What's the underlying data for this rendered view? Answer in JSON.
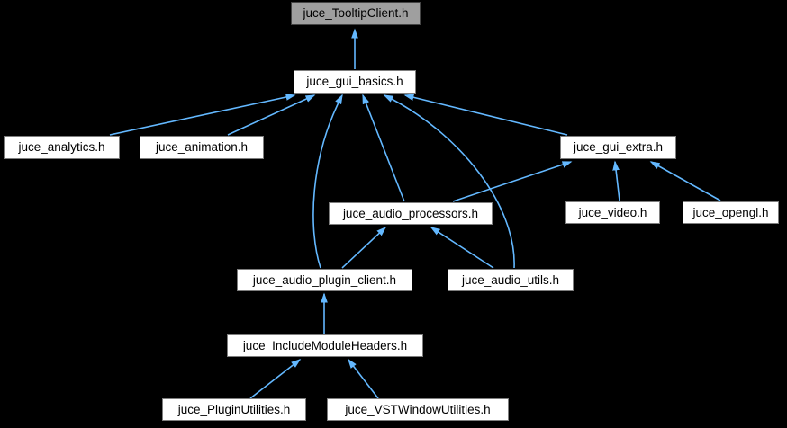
{
  "diagram": {
    "title": "juce_TooltipClient.h included-by dependency graph",
    "background_color": "#000000",
    "edge_color": "#63b8ff",
    "node_fill": "#ffffff",
    "node_border_color": "#7e7e7e",
    "highlight_node_fill": "#9f9f9f",
    "highlight_node_border_color": "#454545",
    "nodes": {
      "tooltip_client": {
        "label": "juce_TooltipClient.h",
        "highlighted": true
      },
      "gui_basics": {
        "label": "juce_gui_basics.h"
      },
      "analytics": {
        "label": "juce_analytics.h"
      },
      "animation": {
        "label": "juce_animation.h"
      },
      "gui_extra": {
        "label": "juce_gui_extra.h"
      },
      "audio_processors": {
        "label": "juce_audio_processors.h"
      },
      "video": {
        "label": "juce_video.h"
      },
      "opengl": {
        "label": "juce_opengl.h"
      },
      "audio_plugin_client": {
        "label": "juce_audio_plugin_client.h"
      },
      "audio_utils": {
        "label": "juce_audio_utils.h"
      },
      "include_module_headers": {
        "label": "juce_IncludeModuleHeaders.h"
      },
      "plugin_utilities": {
        "label": "juce_PluginUtilities.h"
      },
      "vst_window_utilities": {
        "label": "juce_VSTWindowUtilities.h"
      }
    },
    "edges": [
      {
        "from": "gui_basics",
        "to": "tooltip_client"
      },
      {
        "from": "analytics",
        "to": "gui_basics"
      },
      {
        "from": "animation",
        "to": "gui_basics"
      },
      {
        "from": "gui_extra",
        "to": "gui_basics"
      },
      {
        "from": "audio_processors",
        "to": "gui_basics"
      },
      {
        "from": "audio_plugin_client",
        "to": "gui_basics"
      },
      {
        "from": "audio_utils",
        "to": "gui_basics"
      },
      {
        "from": "video",
        "to": "gui_extra"
      },
      {
        "from": "opengl",
        "to": "gui_extra"
      },
      {
        "from": "audio_processors",
        "to": "gui_extra"
      },
      {
        "from": "audio_plugin_client",
        "to": "audio_processors"
      },
      {
        "from": "audio_utils",
        "to": "audio_processors"
      },
      {
        "from": "include_module_headers",
        "to": "audio_plugin_client"
      },
      {
        "from": "plugin_utilities",
        "to": "include_module_headers"
      },
      {
        "from": "vst_window_utilities",
        "to": "include_module_headers"
      }
    ]
  }
}
